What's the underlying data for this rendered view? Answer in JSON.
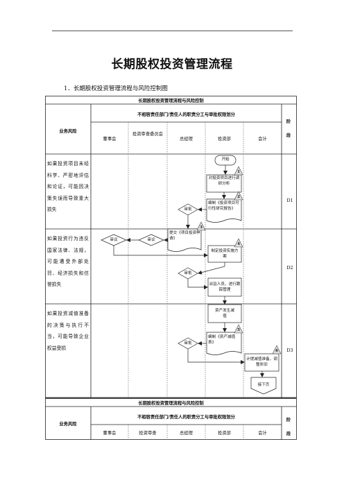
{
  "document": {
    "title": "长期股权投资管理流程",
    "section_heading": "1．长期股权投资管理流程与风险控制图"
  },
  "table": {
    "title": "长期股权投资管理流程与风险控制",
    "risk_column_header": "业务风险",
    "division_header": "不相容责任部门/责任人的职责分工与审批权限划分",
    "phase_header": "阶段",
    "columns": [
      "董事会",
      "投资审查委员会",
      "总经理",
      "投资部",
      "会计"
    ],
    "rows": [
      {
        "risk": "如果投资项目未经科学、严密地评估和论证，可能因决策失误而导致重大损失",
        "phase": "D1"
      },
      {
        "risk": "如果投资行为违反国家法律、法规，可能遭受外部处罚、经济损失和信誉损失",
        "phase": "D2"
      },
      {
        "risk": "如果投资减值准备的决策与执行不当，可能导致企业权益受损",
        "phase": "D3"
      }
    ]
  },
  "flow": {
    "start": "开始",
    "step1": "对投资项目进行调研分析",
    "step2": "编制《投资项目可行性研究报告》",
    "step3": "提交《项目投资申请》",
    "step4": "制定投资实施方案",
    "step_track": "派驻人员，进行跟踪管理",
    "event_impair": "资产发生减值",
    "step5": "编制《资产减值表》",
    "step6": "计提减值准备，调整折旧",
    "next_page": "接下页",
    "review_label": "审议",
    "approve_label": "审批",
    "markers": [
      "1",
      "2",
      "3",
      "4",
      "5",
      "6"
    ]
  },
  "repeat_header": {
    "title": "长期股权投资管理流程与风险控制",
    "risk_column_header": "业务风险",
    "division_header": "不相容责任部门/责任人的职责分工与审批权限划分",
    "phase_header": "阶段",
    "columns": [
      "董事会",
      "投资审查",
      "总经理",
      "投资部",
      "会计"
    ]
  }
}
